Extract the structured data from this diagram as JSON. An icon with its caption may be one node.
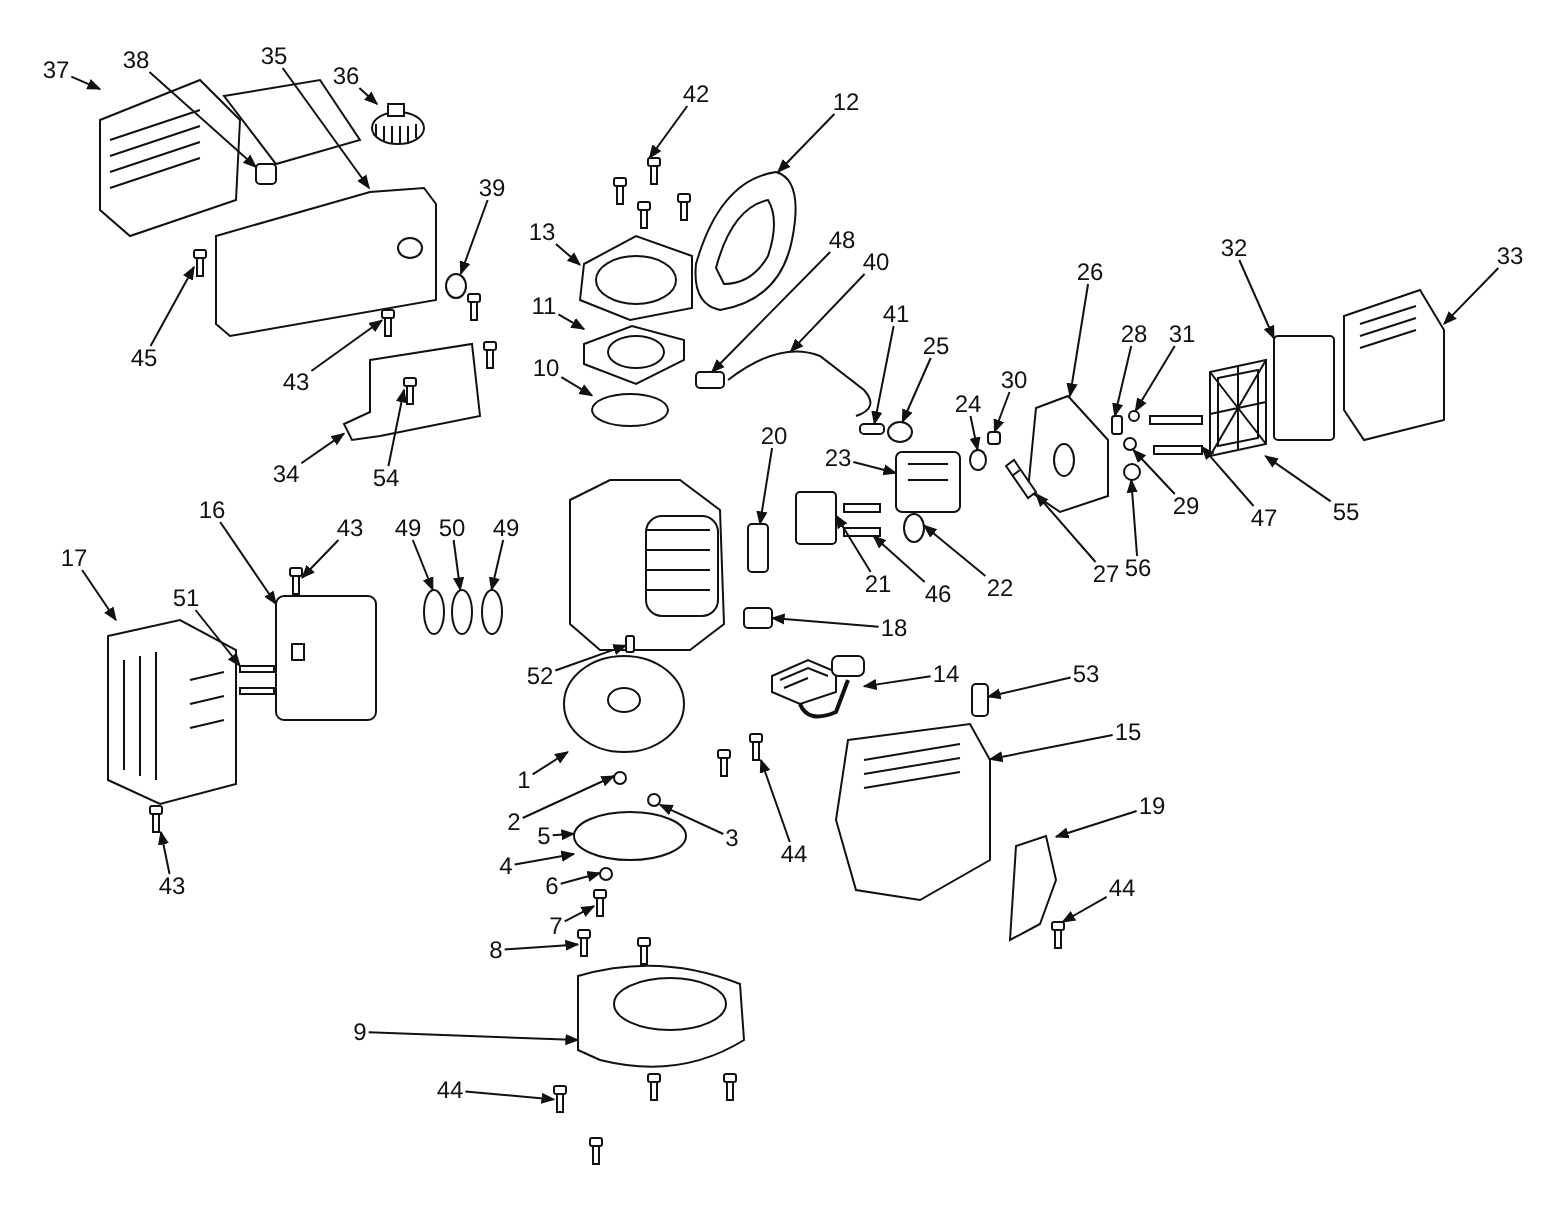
{
  "diagram": {
    "nodes": [
      {
        "text": [
          "37"
        ]
      },
      {
        "text": [
          "38"
        ]
      },
      {
        "text": [
          "35"
        ]
      },
      {
        "text": [
          "36"
        ]
      },
      {
        "text": [
          "42"
        ]
      },
      {
        "text": [
          "12"
        ]
      },
      {
        "text": [
          "39"
        ]
      },
      {
        "text": [
          "13"
        ]
      },
      {
        "text": [
          "48"
        ]
      },
      {
        "text": [
          "40"
        ]
      },
      {
        "text": [
          "11"
        ]
      },
      {
        "text": [
          "26"
        ]
      },
      {
        "text": [
          "32"
        ]
      },
      {
        "text": [
          "33"
        ]
      },
      {
        "text": [
          "45"
        ]
      },
      {
        "text": [
          "10"
        ]
      },
      {
        "text": [
          "41"
        ]
      },
      {
        "text": [
          "25"
        ]
      },
      {
        "text": [
          "28"
        ]
      },
      {
        "text": [
          "31"
        ]
      },
      {
        "text": [
          "30"
        ]
      },
      {
        "text": [
          "43"
        ]
      },
      {
        "text": [
          "24"
        ]
      },
      {
        "text": [
          "20"
        ]
      },
      {
        "text": [
          "23"
        ]
      },
      {
        "text": [
          "34"
        ]
      },
      {
        "text": [
          "54"
        ]
      },
      {
        "text": [
          "29"
        ]
      },
      {
        "text": [
          "47"
        ]
      },
      {
        "text": [
          "55"
        ]
      },
      {
        "text": [
          "16"
        ]
      },
      {
        "text": [
          "43"
        ]
      },
      {
        "text": [
          "49"
        ]
      },
      {
        "text": [
          "50"
        ]
      },
      {
        "text": [
          "49"
        ]
      },
      {
        "text": [
          "17"
        ]
      },
      {
        "text": [
          "27"
        ]
      },
      {
        "text": [
          "56"
        ]
      },
      {
        "text": [
          "21"
        ]
      },
      {
        "text": [
          "22"
        ]
      },
      {
        "text": [
          "46"
        ]
      },
      {
        "text": [
          "51"
        ]
      },
      {
        "text": [
          "18"
        ]
      },
      {
        "text": [
          "52"
        ]
      },
      {
        "text": [
          "14"
        ]
      },
      {
        "text": [
          "53"
        ]
      },
      {
        "text": [
          "15"
        ]
      },
      {
        "text": [
          "1"
        ]
      },
      {
        "text": [
          "2"
        ]
      },
      {
        "text": [
          "19"
        ]
      },
      {
        "text": [
          "5"
        ]
      },
      {
        "text": [
          "3"
        ]
      },
      {
        "text": [
          "44"
        ]
      },
      {
        "text": [
          "4"
        ]
      },
      {
        "text": [
          "43"
        ]
      },
      {
        "text": [
          "6"
        ]
      },
      {
        "text": [
          "44"
        ]
      },
      {
        "text": [
          "7"
        ]
      },
      {
        "text": [
          "8"
        ]
      },
      {
        "text": [
          "9"
        ]
      },
      {
        "text": [
          "44"
        ]
      },
      {
        "text": [],
        "shape": "picture"
      },
      {
        "text": [],
        "shape": "box"
      },
      {
        "text": [],
        "shape": "picture"
      },
      {
        "text": [],
        "shape": "picture"
      },
      {
        "text": [],
        "shape": "picture"
      },
      {
        "text": [],
        "shape": "picture"
      },
      {
        "text": [],
        "shape": "circle"
      },
      {
        "text": [],
        "shape": "picture"
      },
      {
        "text": [],
        "shape": "box"
      },
      {
        "text": [],
        "shape": "picture"
      },
      {
        "text": [],
        "shape": "picture"
      },
      {
        "text": [],
        "shape": "picture"
      },
      {
        "text": [],
        "shape": "box"
      },
      {
        "text": [],
        "shape": "picture"
      },
      {
        "text": [],
        "shape": "picture"
      },
      {
        "text": [],
        "shape": "circle"
      },
      {
        "text": [],
        "shape": "box"
      },
      {
        "text": [],
        "shape": "circle"
      },
      {
        "text": [],
        "shape": "box"
      },
      {
        "text": [],
        "shape": "circle"
      },
      {
        "text": [],
        "shape": "box"
      },
      {
        "text": [],
        "shape": "picture"
      },
      {
        "text": [],
        "shape": "circle"
      },
      {
        "text": [],
        "shape": "box"
      },
      {
        "text": [],
        "shape": "picture"
      },
      {
        "text": [],
        "shape": "picture"
      },
      {
        "text": [],
        "shape": "picture",
        "in": 86
      },
      {
        "text": [],
        "shape": "circle"
      },
      {
        "text": [],
        "shape": "picture"
      },
      {
        "text": [],
        "shape": "picture"
      },
      {
        "text": [],
        "shape": "picture"
      },
      {
        "text": [],
        "shape": "picture"
      },
      {
        "text": [],
        "shape": "circle"
      },
      {
        "text": [],
        "shape": "circle"
      },
      {
        "text": [],
        "shape": "circle"
      },
      {
        "text": [],
        "shape": "picture"
      },
      {
        "text": [],
        "shape": "picture"
      },
      {
        "text": [],
        "shape": "circle"
      },
      {
        "text": [],
        "shape": "box"
      },
      {
        "text": [],
        "shape": "circle"
      },
      {
        "text": [],
        "shape": "picture"
      },
      {
        "text": [],
        "shape": "picture"
      },
      {
        "text": [],
        "shape": "box"
      },
      {
        "text": [],
        "shape": "box"
      },
      {
        "text": [],
        "shape": "picture"
      },
      {
        "text": [],
        "shape": "box"
      },
      {
        "text": [],
        "shape": "picture"
      },
      {
        "text": [],
        "shape": "picture"
      },
      {
        "text": [],
        "shape": "circle"
      },
      {
        "text": [],
        "shape": "picture"
      },
      {
        "text": [],
        "shape": "box"
      },
      {
        "text": [],
        "shape": "circle"
      },
      {
        "text": [],
        "shape": "picture"
      },
      {
        "text": [],
        "shape": "circle",
        "in": 111
      },
      {
        "text": [],
        "shape": "picture"
      },
      {
        "text": [],
        "shape": "circle"
      },
      {
        "text": [],
        "shape": "picture"
      },
      {
        "text": [],
        "shape": "picture"
      },
      {
        "text": [],
        "shape": "picture"
      },
      {
        "text": [],
        "shape": "picture"
      },
      {
        "text": [],
        "shape": "picture"
      }
    ],
    "edges": [
      {
        "from": 0,
        "to": 61,
        "arrow": "to"
      },
      {
        "from": 1,
        "to": 62,
        "arrow": "to"
      },
      {
        "from": 2,
        "to": 63,
        "arrow": "to"
      },
      {
        "from": 3,
        "to": 64,
        "arrow": "to"
      },
      {
        "from": 4,
        "to": 65,
        "arrow": "to"
      },
      {
        "from": 5,
        "to": 66,
        "arrow": "to"
      },
      {
        "from": 6,
        "to": 67,
        "arrow": "to"
      },
      {
        "from": 7,
        "to": 68,
        "arrow": "to"
      },
      {
        "from": 8,
        "to": 69,
        "arrow": "to"
      },
      {
        "from": 9,
        "to": 70,
        "arrow": "to"
      },
      {
        "from": 10,
        "to": 71,
        "arrow": "to"
      },
      {
        "from": 11,
        "to": 72,
        "arrow": "to"
      },
      {
        "from": 12,
        "to": 73,
        "arrow": "to"
      },
      {
        "from": 13,
        "to": 74,
        "arrow": "to"
      },
      {
        "from": 14,
        "to": 75,
        "arrow": "to"
      },
      {
        "from": 15,
        "to": 76,
        "arrow": "to"
      },
      {
        "from": 16,
        "to": 77,
        "arrow": "to"
      },
      {
        "from": 17,
        "to": 78,
        "arrow": "to"
      },
      {
        "from": 18,
        "to": 79,
        "arrow": "to"
      },
      {
        "from": 19,
        "to": 80,
        "arrow": "to"
      },
      {
        "from": 20,
        "to": 81,
        "arrow": "to"
      },
      {
        "from": 21,
        "to": 82,
        "arrow": "to"
      },
      {
        "from": 22,
        "to": 83,
        "arrow": "to"
      },
      {
        "from": 23,
        "to": 84,
        "arrow": "to"
      },
      {
        "from": 24,
        "to": 85,
        "arrow": "to"
      },
      {
        "from": 25,
        "to": 86,
        "arrow": "to"
      },
      {
        "from": 26,
        "to": 87,
        "arrow": "to"
      },
      {
        "from": 27,
        "to": 88,
        "arrow": "to"
      },
      {
        "from": 28,
        "to": 89,
        "arrow": "to"
      },
      {
        "from": 29,
        "to": 90,
        "arrow": "to"
      },
      {
        "from": 30,
        "to": 91,
        "arrow": "to"
      },
      {
        "from": 31,
        "to": 92,
        "arrow": "to"
      },
      {
        "from": 32,
        "to": 93,
        "arrow": "to"
      },
      {
        "from": 33,
        "to": 94,
        "arrow": "to"
      },
      {
        "from": 34,
        "to": 95,
        "arrow": "to"
      },
      {
        "from": 35,
        "to": 96,
        "arrow": "to"
      },
      {
        "from": 36,
        "to": 97,
        "arrow": "to"
      },
      {
        "from": 37,
        "to": 98,
        "arrow": "to"
      },
      {
        "from": 38,
        "to": 99,
        "arrow": "to"
      },
      {
        "from": 39,
        "to": 100,
        "arrow": "to"
      },
      {
        "from": 40,
        "to": 101,
        "arrow": "to"
      },
      {
        "from": 41,
        "to": 102,
        "arrow": "to"
      },
      {
        "from": 42,
        "to": 103,
        "arrow": "to"
      },
      {
        "from": 43,
        "to": 104,
        "arrow": "to"
      },
      {
        "from": 44,
        "to": 105,
        "arrow": "to"
      },
      {
        "from": 45,
        "to": 106,
        "arrow": "to"
      },
      {
        "from": 46,
        "to": 107,
        "arrow": "to"
      },
      {
        "from": 47,
        "to": 108,
        "arrow": "to"
      },
      {
        "from": 48,
        "to": 109,
        "arrow": "to"
      },
      {
        "from": 49,
        "to": 110,
        "arrow": "to"
      },
      {
        "from": 50,
        "to": 114,
        "arrow": "to"
      },
      {
        "from": 51,
        "to": 112,
        "arrow": "to"
      },
      {
        "from": 52,
        "to": 113,
        "arrow": "to"
      },
      {
        "from": 53,
        "to": 111,
        "arrow": "to"
      },
      {
        "from": 54,
        "to": 115,
        "arrow": "to"
      },
      {
        "from": 55,
        "to": 116,
        "arrow": "to"
      },
      {
        "from": 56,
        "to": 117,
        "arrow": "to"
      },
      {
        "from": 57,
        "to": 118,
        "arrow": "to"
      },
      {
        "from": 58,
        "to": 119,
        "arrow": "to"
      },
      {
        "from": 59,
        "to": 120,
        "arrow": "to"
      },
      {
        "from": 60,
        "to": 121,
        "arrow": "to"
      }
    ]
  }
}
